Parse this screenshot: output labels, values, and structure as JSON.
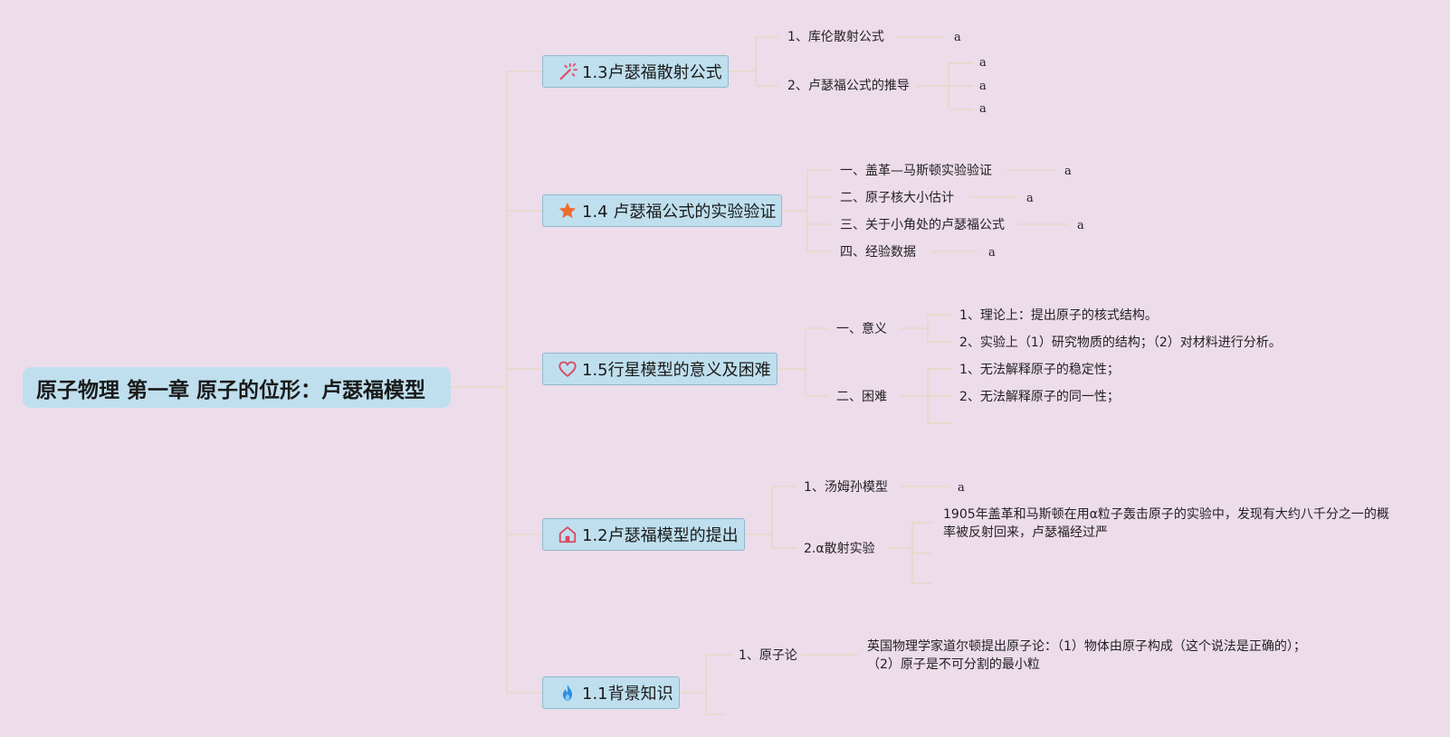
{
  "root": {
    "title": "原子物理 第一章 原子的位形：卢瑟福模型"
  },
  "branches": [
    {
      "label": "1.3卢瑟福散射公式",
      "icon": "wand-icon",
      "children": [
        {
          "label": "1、库伦散射公式",
          "leaves": [
            "a"
          ]
        },
        {
          "label": "2、卢瑟福公式的推导",
          "leaves": [
            "a",
            "a",
            "a"
          ]
        }
      ]
    },
    {
      "label": "1.4 卢瑟福公式的实验验证",
      "icon": "star-icon",
      "children": [
        {
          "label": "一、盖革—马斯顿实验验证",
          "leaves": [
            "a"
          ]
        },
        {
          "label": "二、原子核大小估计",
          "leaves": [
            "a"
          ]
        },
        {
          "label": "三、关于小角处的卢瑟福公式",
          "leaves": [
            "a"
          ]
        },
        {
          "label": "四、经验数据",
          "leaves": [
            "a"
          ]
        }
      ]
    },
    {
      "label": "1.5行星模型的意义及困难",
      "icon": "heart-icon",
      "children": [
        {
          "label": "一、意义",
          "leaves": [
            "1、理论上：提出原子的核式结构。",
            "2、实验上（1）研究物质的结构；（2）对材料进行分析。"
          ]
        },
        {
          "label": "二、困难",
          "leaves": [
            "1、无法解释原子的稳定性；",
            "2、无法解释原子的同一性；"
          ]
        }
      ]
    },
    {
      "label": "1.2卢瑟福模型的提出",
      "icon": "home-icon",
      "children": [
        {
          "label": "1、汤姆孙模型",
          "leaves": [
            "a"
          ]
        },
        {
          "label": "2.α散射实验",
          "leaves": [
            "1905年盖革和马斯顿在用α粒子轰击原子的实验中，发现有大约八千分之一的概率被反射回来，卢瑟福经过严"
          ]
        }
      ]
    },
    {
      "label": "1.1背景知识",
      "icon": "flame-icon",
      "children": [
        {
          "label": "1、原子论",
          "leaves": [
            "英国物理学家道尔顿提出原子论：（1）物体由原子构成（这个说法是正确的）；（2）原子是不可分割的最小粒"
          ]
        }
      ]
    }
  ],
  "colors": {
    "background": "#eddcea",
    "node_fill": "#bfdfee",
    "node_border": "#8fb9cc",
    "connector": "#e8d4b4",
    "wand": "#e04f6a",
    "star": "#ef6c2f",
    "heart": "#d9485f",
    "home": "#d9485f",
    "flame": "#2b8fe0"
  }
}
